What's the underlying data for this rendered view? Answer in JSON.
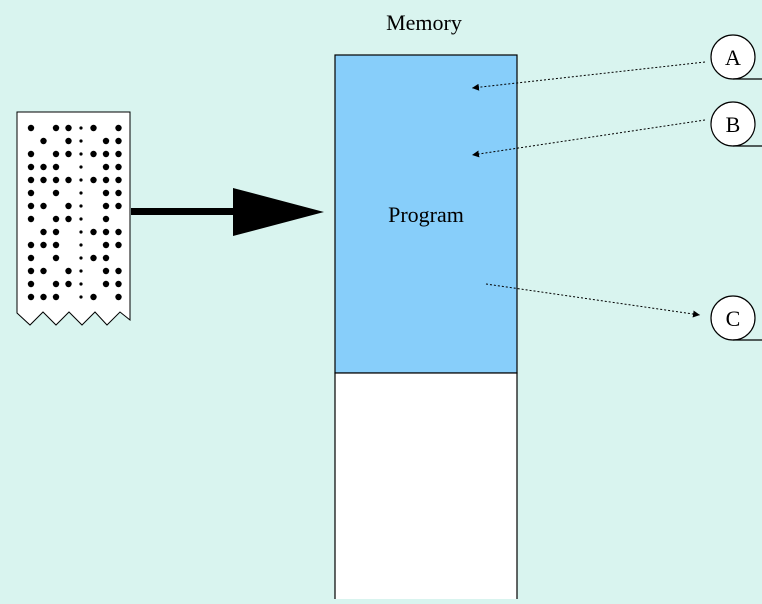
{
  "memory": {
    "title": "Memory",
    "program_label": "Program",
    "program_fill": "#87cefa",
    "free_fill": "#ffffff"
  },
  "background_color": "#d9f4ef",
  "markers": [
    {
      "label": "A"
    },
    {
      "label": "B"
    },
    {
      "label": "C"
    }
  ],
  "punched_tape": {
    "icon": "punched-tape-icon"
  }
}
